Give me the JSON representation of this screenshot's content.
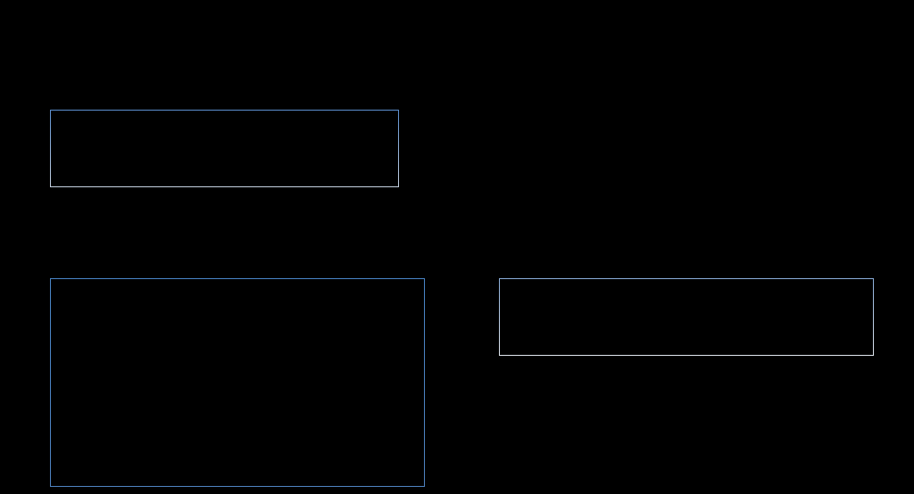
{
  "screen": {
    "background_color": "#000000"
  },
  "panels": [
    {
      "id": "top-left",
      "border_color_top": "#5b8fd0",
      "border_color_bottom": "#c7d3e3"
    },
    {
      "id": "bottom-left",
      "border_color_top": "#4a86c8",
      "border_color_bottom": "#4f83c2"
    },
    {
      "id": "middle-right",
      "border_color_top": "#8aaedb",
      "border_color_bottom": "#e2e8f0"
    }
  ]
}
